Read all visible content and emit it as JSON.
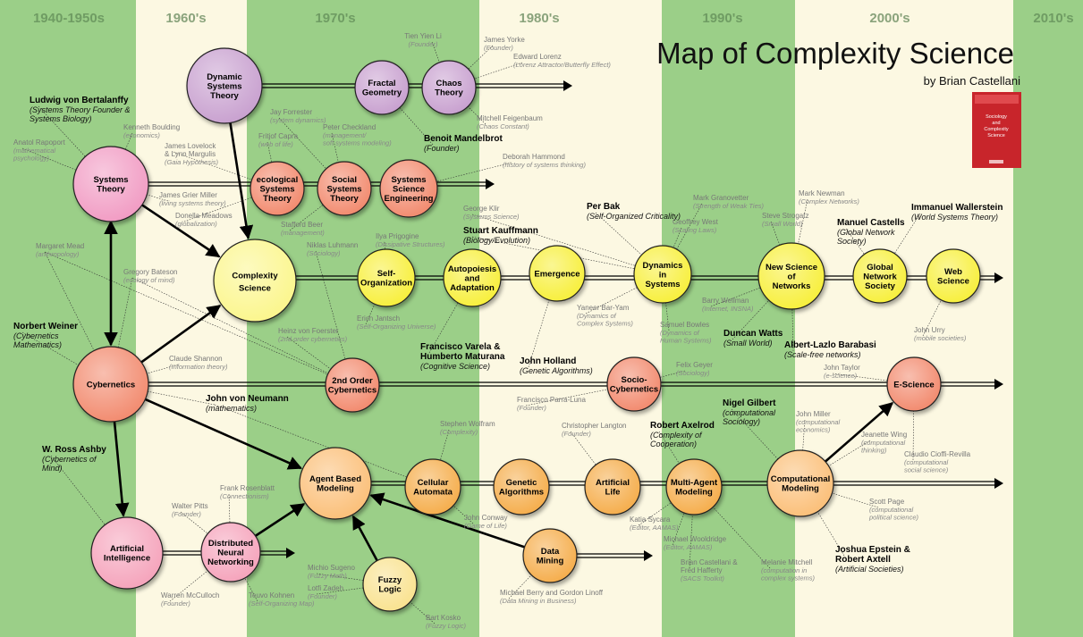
{
  "header": {
    "title": "Map of Complexity Science",
    "author": "by Brian Castellani"
  },
  "book": {
    "title": "Sociology and Complexity Science"
  },
  "decades": [
    {
      "label": "1940-1950s",
      "color": "#9bcf88"
    },
    {
      "label": "1960's",
      "color": "#fcf8e2"
    },
    {
      "label": "1970's",
      "color": "#9bcf88"
    },
    {
      "label": "1980's",
      "color": "#fcf8e2"
    },
    {
      "label": "1990's",
      "color": "#9bcf88"
    },
    {
      "label": "2000's",
      "color": "#fcf8e2"
    },
    {
      "label": "2010's",
      "color": "#9bcf88"
    }
  ],
  "palette": {
    "purple": "#c8a0cf",
    "pink": "#f19bc3",
    "salmon": "#f28a6e",
    "yellow": "#f7ef3a",
    "lightyellow": "#fbf68c",
    "orange": "#f5ad4c",
    "peach": "#fbbf78",
    "pinkai": "#f5a3bb",
    "fuzzy": "#f9e28f"
  },
  "nodes": [
    {
      "id": "dynamic-systems-theory",
      "label": "Dynamic\nSystems\nTheory",
      "color": "purple"
    },
    {
      "id": "fractal-geometry",
      "label": "Fractal\nGeometry",
      "color": "purple"
    },
    {
      "id": "chaos-theory",
      "label": "Chaos\nTheory",
      "color": "purple"
    },
    {
      "id": "systems-theory",
      "label": "Systems\nTheory",
      "color": "pink"
    },
    {
      "id": "ecological-systems-theory",
      "label": "ecological\nSystems\nTheory",
      "color": "salmon"
    },
    {
      "id": "social-systems-theory",
      "label": "Social\nSystems\nTheory",
      "color": "salmon"
    },
    {
      "id": "systems-science-engineering",
      "label": "Systems\nScience\nEngineering",
      "color": "salmon"
    },
    {
      "id": "complexity-science",
      "label": "Complexity\nScience",
      "color": "lightyellow"
    },
    {
      "id": "self-organization",
      "label": "Self-\nOrganization",
      "color": "yellow"
    },
    {
      "id": "autopoiesis",
      "label": "Autopoiesis\nand\nAdaptation",
      "color": "yellow"
    },
    {
      "id": "emergence",
      "label": "Emergence",
      "color": "yellow"
    },
    {
      "id": "dynamics-in-systems",
      "label": "Dynamics\nin\nSystems",
      "color": "yellow"
    },
    {
      "id": "new-science-networks",
      "label": "New Science\nof\nNetworks",
      "color": "yellow"
    },
    {
      "id": "global-network-society",
      "label": "Global\nNetwork\nSociety",
      "color": "yellow"
    },
    {
      "id": "web-science",
      "label": "Web\nScience",
      "color": "yellow"
    },
    {
      "id": "cybernetics",
      "label": "Cybernetics",
      "color": "salmon"
    },
    {
      "id": "second-order-cybernetics",
      "label": "2nd Order\nCybernetics",
      "color": "salmon"
    },
    {
      "id": "socio-cybernetics",
      "label": "Socio-\nCybernetics",
      "color": "salmon"
    },
    {
      "id": "e-science",
      "label": "E-Science",
      "color": "salmon"
    },
    {
      "id": "agent-based-modeling",
      "label": "Agent Based\nModeling",
      "color": "peach"
    },
    {
      "id": "cellular-automata",
      "label": "Cellular\nAutomata",
      "color": "orange"
    },
    {
      "id": "genetic-algorithms",
      "label": "Genetic\nAlgorithms",
      "color": "orange"
    },
    {
      "id": "artificial-life",
      "label": "Artificial\nLife",
      "color": "orange"
    },
    {
      "id": "multi-agent-modeling",
      "label": "Multi-Agent\nModeling",
      "color": "orange"
    },
    {
      "id": "computational-modeling",
      "label": "Computational\nModeling",
      "color": "peach"
    },
    {
      "id": "artificial-intelligence",
      "label": "Artificial\nIntelligence",
      "color": "pinkai"
    },
    {
      "id": "distributed-neural-networking",
      "label": "Distributed\nNeural\nNetworking",
      "color": "pinkai"
    },
    {
      "id": "fuzzy-logic",
      "label": "Fuzzy\nLogic",
      "color": "fuzzy"
    },
    {
      "id": "data-mining",
      "label": "Data\nMining",
      "color": "orange"
    }
  ],
  "people": [
    {
      "name": "Tien Yien Li",
      "note": "(Founder)"
    },
    {
      "name": "James Yorke",
      "note": "(Founder)"
    },
    {
      "name": "Edward Lorenz",
      "note": "(Lorenz Attractor/Butterfly Effect)"
    },
    {
      "name": "Mitchell Feigenbaum",
      "note": "(Chaos Constant)"
    },
    {
      "name": "Benoit Mandelbrot",
      "note": "(Founder)",
      "strong": true
    },
    {
      "name": "Ludwig von Bertalanffy",
      "note": "(Systems Theory Founder &\nSystems Biology)",
      "strong": true
    },
    {
      "name": "Kenneth Boulding",
      "note": "(economics)"
    },
    {
      "name": "Anatol Rapoport",
      "note": "(mathematical\npsychology)"
    },
    {
      "name": "James Lovelock\n& Lynn Margulis",
      "note": "(Gaia Hypothesis)"
    },
    {
      "name": "Jay Forrester",
      "note": "(system dynamics)"
    },
    {
      "name": "Fritjof Capra",
      "note": "(web of life)"
    },
    {
      "name": "Peter Checkland",
      "note": "(management/\nsoft systems modeling)"
    },
    {
      "name": "Deborah Hammond",
      "note": "(history of systems thinking)"
    },
    {
      "name": "James Grier Miller",
      "note": "(living systems theory)"
    },
    {
      "name": "Donella Meadows",
      "note": "(globalization)"
    },
    {
      "name": "Stafford Beer",
      "note": "(management)"
    },
    {
      "name": "George Klir",
      "note": "(Systems Science)"
    },
    {
      "name": "Per Bak",
      "note": "(Self-Organized Criticality)",
      "strong": true
    },
    {
      "name": "Stuart Kauffmann",
      "note": "(Biology/Evolution)",
      "strong": true
    },
    {
      "name": "Margaret Mead",
      "note": "(anthropology)"
    },
    {
      "name": "Gregory Bateson",
      "note": "(ecology of mind)"
    },
    {
      "name": "Niklas Luhmann",
      "note": "(Sociology)"
    },
    {
      "name": "Ilya Prigogine",
      "note": "(Dissipative Structures)"
    },
    {
      "name": "Mark Granovetter",
      "note": "(Strength of Weak Ties)"
    },
    {
      "name": "Geoffrey West",
      "note": "(Scaling Laws)"
    },
    {
      "name": "Mark Newman",
      "note": "(Complex Networks)"
    },
    {
      "name": "Steve Strogatz",
      "note": "(Small World)"
    },
    {
      "name": "Manuel Castells",
      "note": "(Global Network\nSociety)",
      "strong": true
    },
    {
      "name": "Immanuel Wallerstein",
      "note": "(World Systems Theory)",
      "strong": true
    },
    {
      "name": "Norbert Weiner",
      "note": "(Cybernetics\nMathematics)",
      "strong": true
    },
    {
      "name": "Erich Jantsch",
      "note": "(Self-Organizing Universe)"
    },
    {
      "name": "Yaneer Bar-Yam",
      "note": "(Dynamics of\nComplex Systems)"
    },
    {
      "name": "Samuel Bowles",
      "note": "(Dynamics of\nHuman Systems)"
    },
    {
      "name": "Barry Wellman",
      "note": "(Internet, INSNA)"
    },
    {
      "name": "Duncan Watts",
      "note": "(Small World)",
      "strong": true
    },
    {
      "name": "Albert-Lazlo Barabasi",
      "note": "(Scale-free networks)",
      "strong": true
    },
    {
      "name": "John Urry",
      "note": "(mobile societies)"
    },
    {
      "name": "Heinz von Foerster",
      "note": "(2nd order cybernetics)"
    },
    {
      "name": "Claude Shannon",
      "note": "(Information theory)"
    },
    {
      "name": "Francisco Varela &\nHumberto Maturana",
      "note": "(Cognitive Science)",
      "strong": true
    },
    {
      "name": "John Holland",
      "note": "(Genetic Algorithms)",
      "strong": true
    },
    {
      "name": "Felix Geyer",
      "note": "(Sociology)"
    },
    {
      "name": "Francisco Parra-Luna",
      "note": "(Founder)"
    },
    {
      "name": "John Taylor",
      "note": "(e-science)"
    },
    {
      "name": "John von Neumann",
      "note": "(mathematics)",
      "strong": true
    },
    {
      "name": "Stephen Wolfram",
      "note": "(Complexity)"
    },
    {
      "name": "Christopher Langton",
      "note": "(Founder)"
    },
    {
      "name": "Robert Axelrod",
      "note": "(Complexity of\nCooperation)",
      "strong": true
    },
    {
      "name": "Nigel Gilbert",
      "note": "(computational\nSociology)",
      "strong": true
    },
    {
      "name": "John Miller",
      "note": "(computational\neconomics)"
    },
    {
      "name": "Jeanette Wing",
      "note": "(computational\nthinking)"
    },
    {
      "name": "Claudio Cioffi-Revilla",
      "note": "(computational\nsocial science)"
    },
    {
      "name": "W. Ross Ashby",
      "note": "(Cybernetics of\nMind)",
      "strong": true
    },
    {
      "name": "Frank Rosenblatt",
      "note": "(Connectionism)"
    },
    {
      "name": "Walter Pitts",
      "note": "(Founder)"
    },
    {
      "name": "John Conway",
      "note": "(Game of Life)"
    },
    {
      "name": "Katia Sycara",
      "note": "(Editor, AAMAS)"
    },
    {
      "name": "Scott Page",
      "note": "(computational\npolitical science)"
    },
    {
      "name": "Michio Sugeno",
      "note": "(Fuzzy Math)"
    },
    {
      "name": "Lotfi Zadeh",
      "note": "(Founder)"
    },
    {
      "name": "Michael Wooldridge",
      "note": "(Editor, AAMAS)"
    },
    {
      "name": "Brian Castellani &\nFred Hafferty",
      "note": "(SACS Toolkit)"
    },
    {
      "name": "Melanie Mitchell",
      "note": "(computation in\ncomplex systems)"
    },
    {
      "name": "Joshua Epstein &\nRobert Axtell",
      "note": "(Artificial Societies)",
      "strong": true
    },
    {
      "name": "Warren McCulloch",
      "note": "(Founder)"
    },
    {
      "name": "Teuvo Kohnen",
      "note": "(Self-Organizing  Map)"
    },
    {
      "name": "Michael Berry and Gordon Linoff",
      "note": "(Data Mining in Business)"
    },
    {
      "name": "Bart Kosko",
      "note": "(Fuzzy Logic)"
    }
  ]
}
